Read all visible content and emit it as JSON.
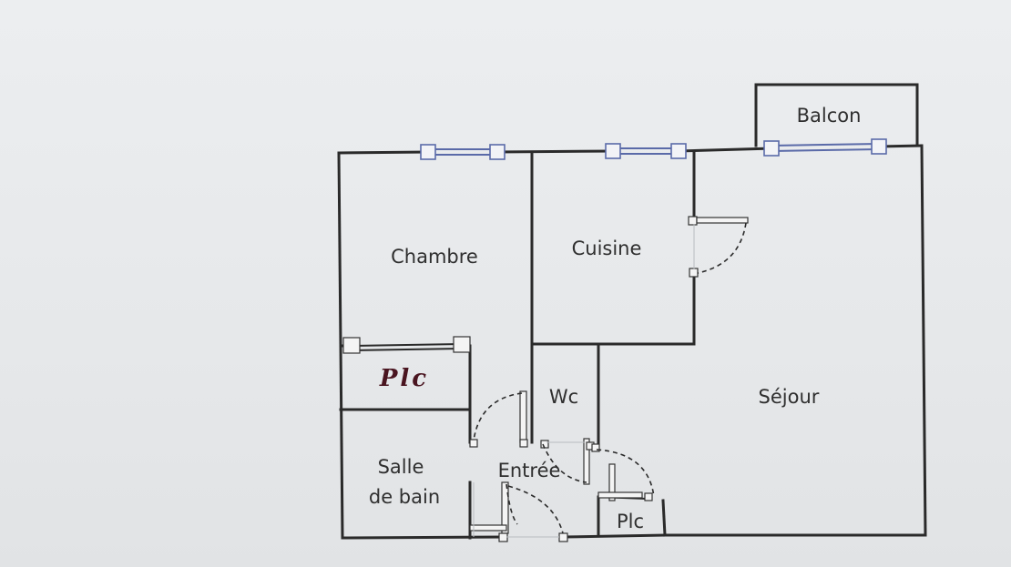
{
  "floor_plan": {
    "rooms": {
      "balcon": "Balcon",
      "chambre": "Chambre",
      "cuisine": "Cuisine",
      "sejour": "Séjour",
      "placard_hand": "Plc",
      "wc": "Wc",
      "salle_de_bain_line1": "Salle",
      "salle_de_bain_line2": "de bain",
      "entree": "Entrée",
      "placard": "Plc"
    },
    "colors": {
      "wall": "#2a2a2a",
      "window": "#5a6aa8",
      "handwriting": "#4a1520",
      "paper": "#e6e8ea"
    }
  }
}
